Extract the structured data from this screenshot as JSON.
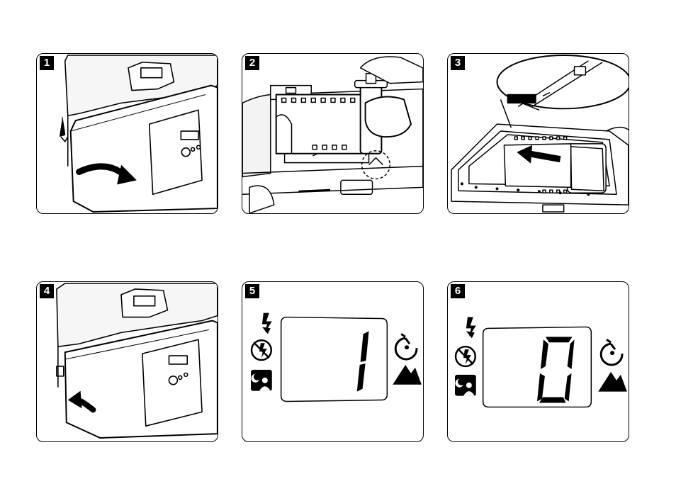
{
  "steps": [
    {
      "number": "1"
    },
    {
      "number": "2"
    },
    {
      "number": "3"
    },
    {
      "number": "4"
    },
    {
      "number": "5",
      "counter": "1"
    },
    {
      "number": "6",
      "counter": "0"
    }
  ]
}
